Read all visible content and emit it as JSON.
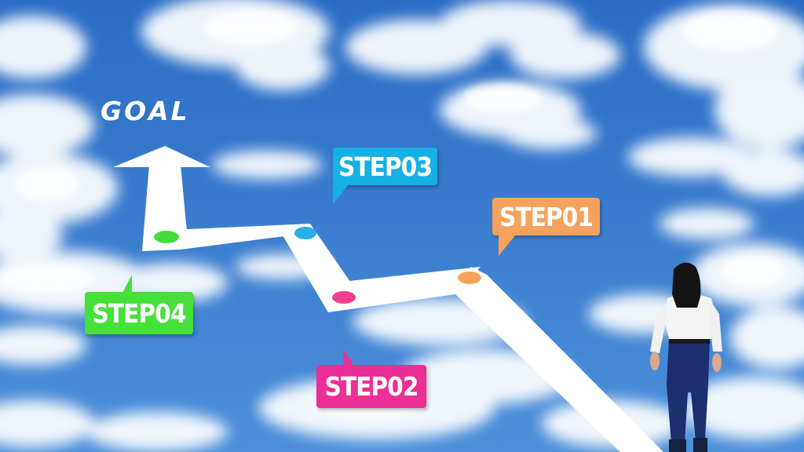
{
  "scene": {
    "sky_color_top": "#2b6fc6",
    "sky_color_bottom": "#4f8fd8",
    "cloud_color": "#ffffff",
    "path_color": "#ffffff",
    "goal_label": "GOAL",
    "steps": [
      {
        "label": "STEP01",
        "color": "#f7a25c",
        "marker_color": "#f6a25a"
      },
      {
        "label": "STEP02",
        "color": "#ec2f97",
        "marker_color": "#ee3e8f"
      },
      {
        "label": "STEP03",
        "color": "#17b0e3",
        "marker_color": "#27aee6"
      },
      {
        "label": "STEP04",
        "color": "#46e03a",
        "marker_color": "#45dc3c"
      }
    ],
    "person": {
      "shirt_color": "#f4f4f4",
      "pants_color": "#1d2f6e",
      "hair_color": "#141414"
    }
  }
}
